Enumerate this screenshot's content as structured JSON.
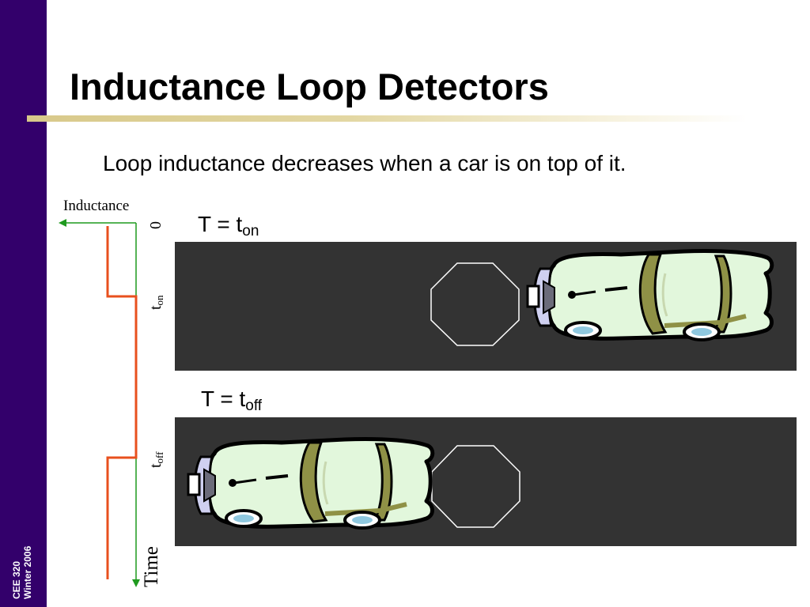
{
  "sidebar": {
    "course": "CEE 320",
    "term": "Winter 2006",
    "color": "#33006b"
  },
  "slide": {
    "title": "Inductance Loop Detectors",
    "subtitle": "Loop inductance decreases when a car is on top of it."
  },
  "graph": {
    "y_axis_label": "Inductance",
    "time_axis_label": "Time",
    "tick_zero": "0",
    "tick_on_base": "t",
    "tick_on_sub": "on",
    "tick_off_base": "t",
    "tick_off_sub": "off",
    "signal_color": "#e8501e",
    "axis_color": "#1f9a1f"
  },
  "panels": {
    "top_label_base": "T = t",
    "top_label_sub": "on",
    "bottom_label_base": "T = t",
    "bottom_label_sub": "off",
    "road_color": "#333333",
    "loop_outline_color": "#ffffff",
    "car_body_color": "#e2f7dc"
  }
}
